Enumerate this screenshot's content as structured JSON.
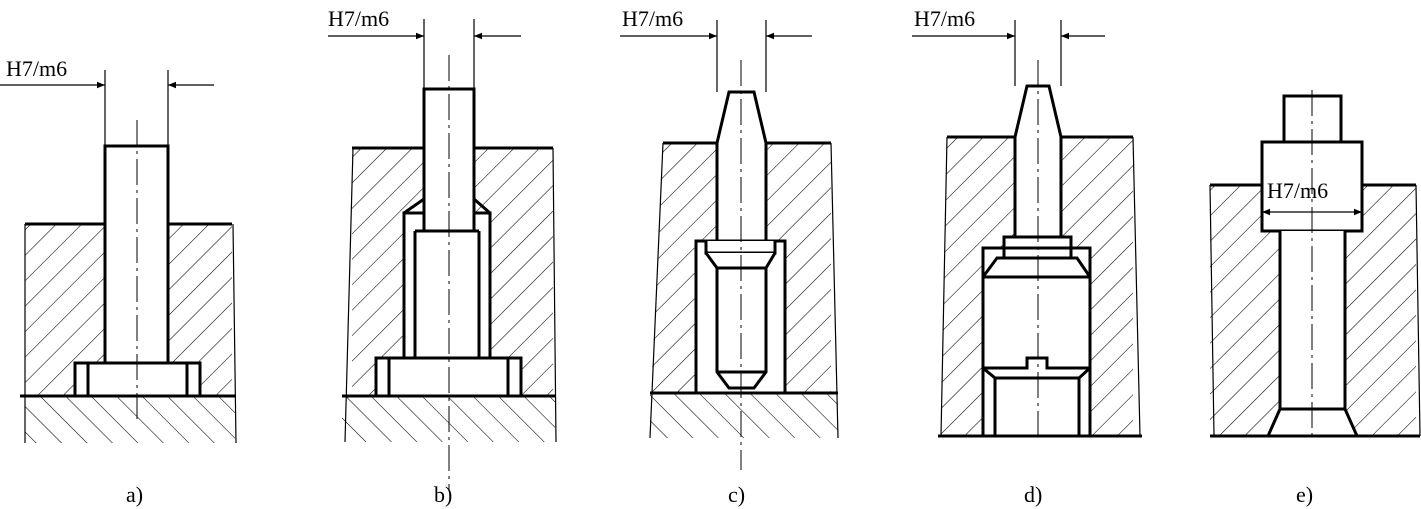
{
  "fit_label": "H7/m6",
  "views": [
    {
      "id": "a",
      "caption": "a)",
      "fit": "H7/m6"
    },
    {
      "id": "b",
      "caption": "b)",
      "fit": "H7/m6"
    },
    {
      "id": "c",
      "caption": "c)",
      "fit": "H7/m6"
    },
    {
      "id": "d",
      "caption": "d)",
      "fit": "H7/m6"
    },
    {
      "id": "e",
      "caption": "e)",
      "fit": "H7/m6"
    }
  ]
}
